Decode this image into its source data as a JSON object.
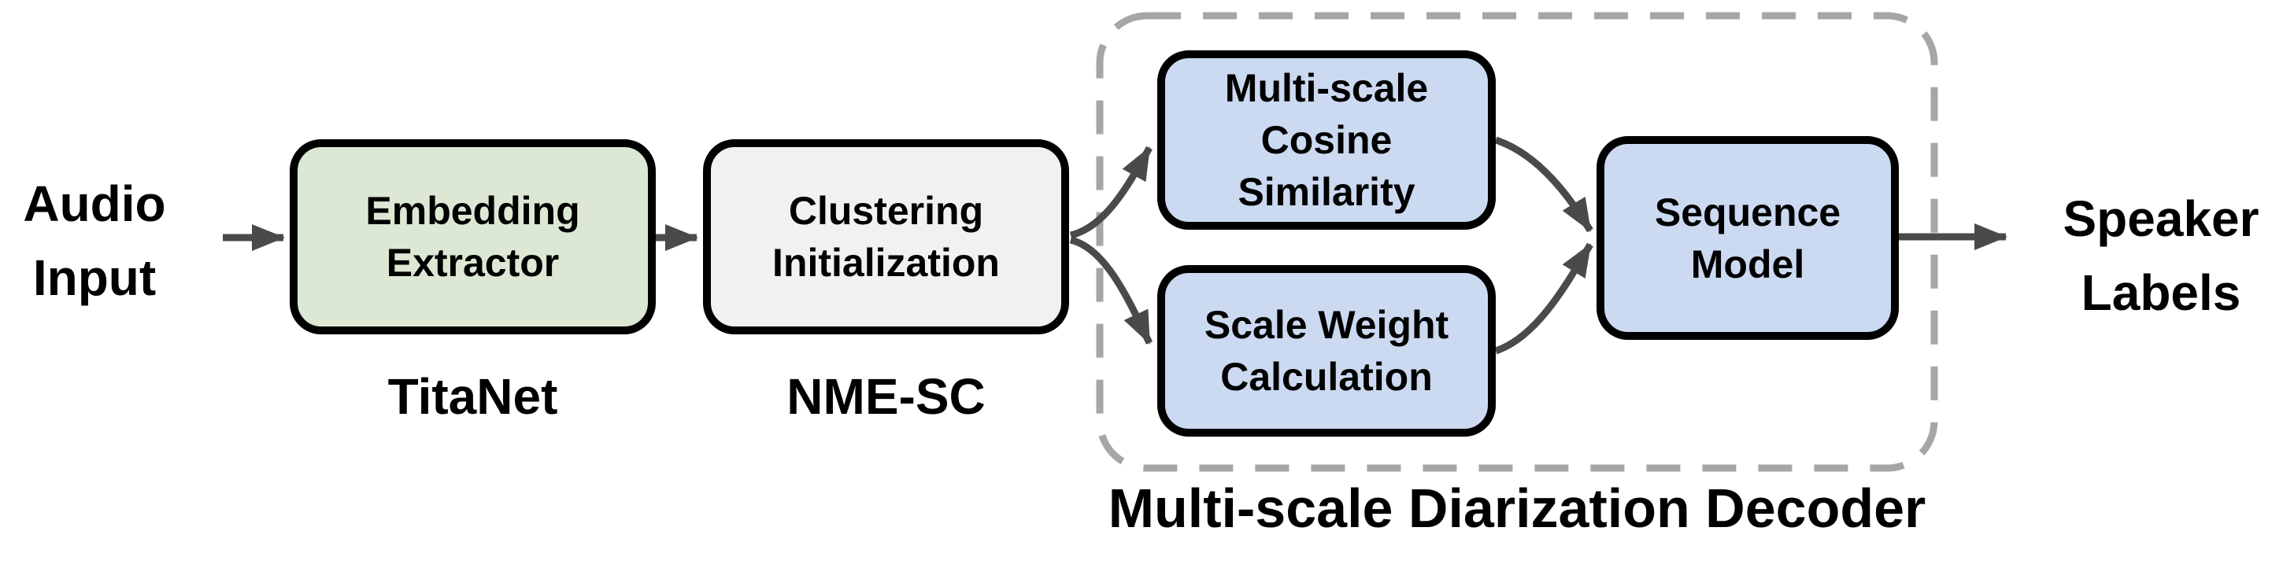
{
  "figure": {
    "background": "#ffffff",
    "input_label": "Audio\nInput",
    "output_label": "Speaker\nLabels",
    "nodes": {
      "embedding_extractor": {
        "label": "Embedding\nExtractor",
        "sublabel": "TitaNet",
        "fill": "#dce8d3"
      },
      "clustering_initialization": {
        "label": "Clustering\nInitialization",
        "sublabel": "NME-SC",
        "fill": "#f1f1f1"
      },
      "multi_scale_cosine_similarity": {
        "label": "Multi-scale\nCosine\nSimilarity",
        "fill": "#cbd9f1"
      },
      "scale_weight_calculation": {
        "label": "Scale Weight\nCalculation",
        "fill": "#cbd9f1"
      },
      "sequence_model": {
        "label": "Sequence\nModel",
        "fill": "#cbd9f1"
      }
    },
    "container_label": "Multi-scale Diarization Decoder",
    "colors": {
      "arrow": "#4a4a4a",
      "node_border": "#000000",
      "container_border": "#a6a6a6",
      "text": "#000000"
    }
  }
}
